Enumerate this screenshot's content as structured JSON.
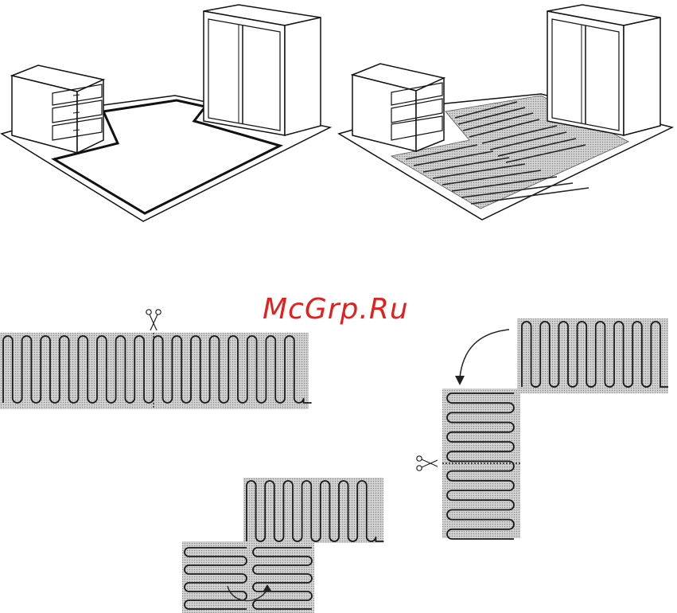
{
  "watermark": {
    "text": "McGrp.Ru",
    "color": "#e2201e"
  },
  "figures": {
    "room_before": {
      "description_icon": "room-with-furniture-outline"
    },
    "room_after": {
      "description_icon": "room-with-heating-mat"
    },
    "mat_cut_straight": {
      "icon": "scissors-icon"
    },
    "mat_turn_down": {
      "icon": "scissors-icon",
      "arrow": "curved-arrow-icon"
    },
    "mat_turn_result": {
      "arrow": "curved-arrow-icon"
    }
  },
  "colors": {
    "ink": "#111111",
    "mat_fill": "#bdbdbd",
    "mat_dots": "#8a8a8a"
  }
}
